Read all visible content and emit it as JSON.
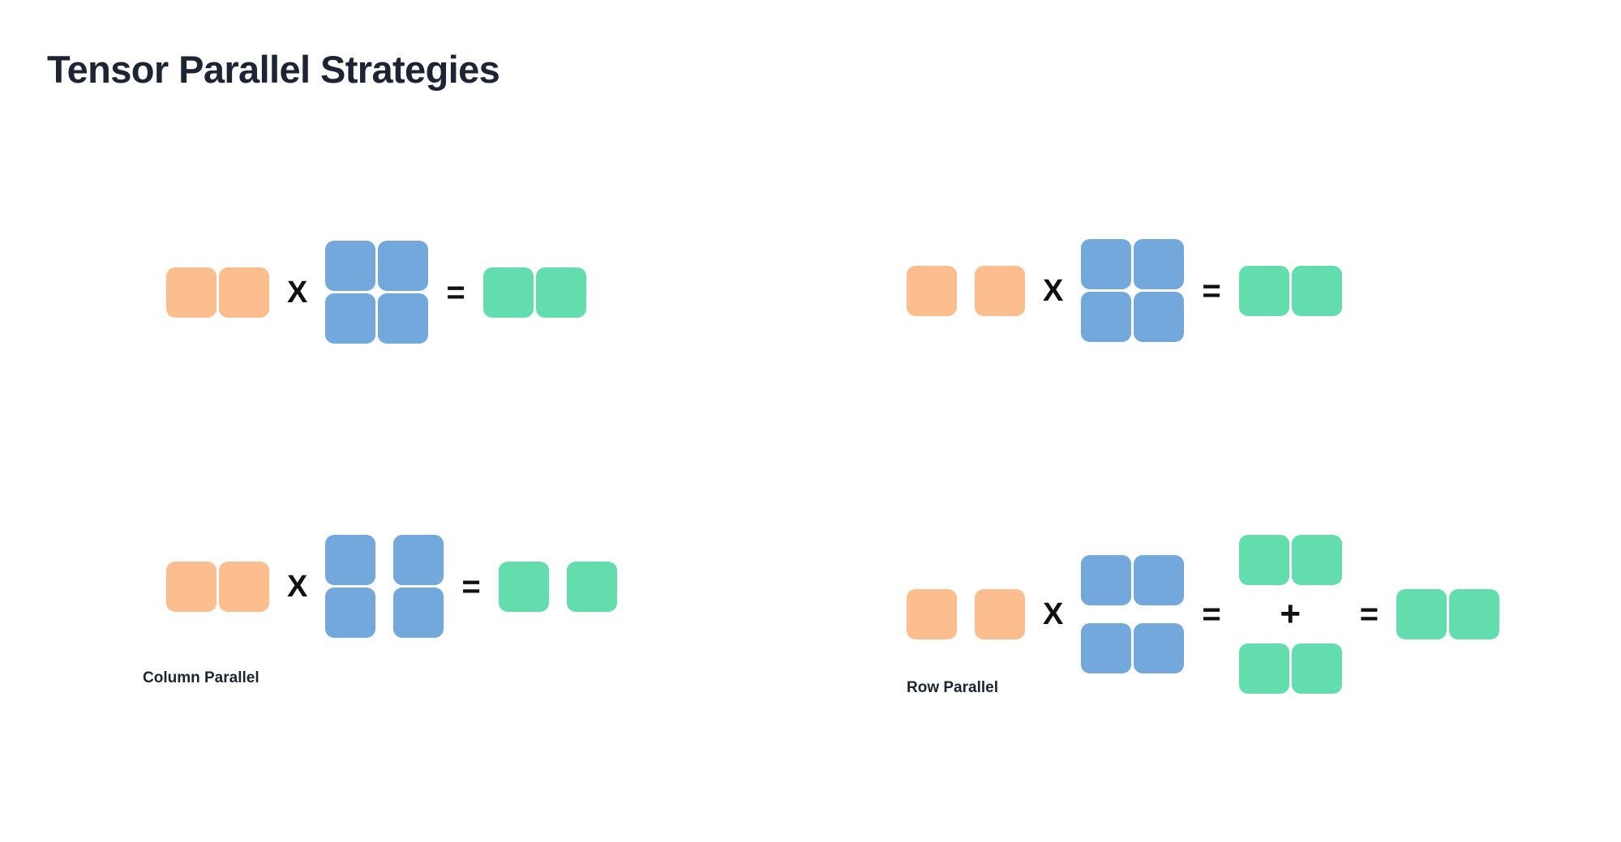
{
  "page": {
    "title": "Tensor Parallel Strategies",
    "background": "#ffffff"
  },
  "colors": {
    "input_orange": "#fcbe8e",
    "weight_blue": "#73a8dc",
    "output_green": "#63ddae",
    "title_text": "#1d2433",
    "operator_text": "#111111"
  },
  "operators": {
    "multiply": "X",
    "equals": "=",
    "plus": "+"
  },
  "captions": {
    "column_parallel": "Column Parallel",
    "row_parallel": "Row Parallel"
  },
  "diagrams": [
    {
      "id": "top-left",
      "role": "unsharded-reference-for-column-parallel",
      "caption": null,
      "terms": [
        {
          "kind": "matrix",
          "color": "input_orange",
          "rows": 1,
          "cols": 2,
          "col_split": false,
          "row_split": false
        },
        {
          "kind": "operator",
          "symbol": "X"
        },
        {
          "kind": "matrix",
          "color": "weight_blue",
          "rows": 2,
          "cols": 2,
          "col_split": false,
          "row_split": false
        },
        {
          "kind": "operator",
          "symbol": "="
        },
        {
          "kind": "matrix",
          "color": "output_green",
          "rows": 1,
          "cols": 2,
          "col_split": false,
          "row_split": false
        }
      ]
    },
    {
      "id": "bottom-left",
      "role": "column-parallel",
      "caption": "Column Parallel",
      "terms": [
        {
          "kind": "matrix",
          "color": "input_orange",
          "rows": 1,
          "cols": 2,
          "col_split": false,
          "row_split": false
        },
        {
          "kind": "operator",
          "symbol": "X"
        },
        {
          "kind": "matrix",
          "color": "weight_blue",
          "rows": 2,
          "cols": 2,
          "col_split": true,
          "row_split": false
        },
        {
          "kind": "operator",
          "symbol": "="
        },
        {
          "kind": "matrix",
          "color": "output_green",
          "rows": 1,
          "cols": 2,
          "col_split": true,
          "row_split": false
        }
      ]
    },
    {
      "id": "top-right",
      "role": "unsharded-reference-for-row-parallel",
      "caption": null,
      "terms": [
        {
          "kind": "matrix",
          "color": "input_orange",
          "rows": 1,
          "cols": 2,
          "col_split": true,
          "row_split": false
        },
        {
          "kind": "operator",
          "symbol": "X"
        },
        {
          "kind": "matrix",
          "color": "weight_blue",
          "rows": 2,
          "cols": 2,
          "col_split": false,
          "row_split": false
        },
        {
          "kind": "operator",
          "symbol": "="
        },
        {
          "kind": "matrix",
          "color": "output_green",
          "rows": 1,
          "cols": 2,
          "col_split": false,
          "row_split": false
        }
      ]
    },
    {
      "id": "bottom-right",
      "role": "row-parallel",
      "caption": "Row Parallel",
      "terms": [
        {
          "kind": "matrix",
          "color": "input_orange",
          "rows": 1,
          "cols": 2,
          "col_split": true,
          "row_split": false
        },
        {
          "kind": "operator",
          "symbol": "X"
        },
        {
          "kind": "matrix",
          "color": "weight_blue",
          "rows": 2,
          "cols": 2,
          "col_split": true,
          "row_split": true
        },
        {
          "kind": "operator",
          "symbol": "="
        },
        {
          "kind": "partial-sum",
          "color": "output_green",
          "parts": 2,
          "cols": 2,
          "join": "+"
        },
        {
          "kind": "operator",
          "symbol": "="
        },
        {
          "kind": "matrix",
          "color": "output_green",
          "rows": 1,
          "cols": 2,
          "col_split": false,
          "row_split": false
        }
      ]
    }
  ]
}
